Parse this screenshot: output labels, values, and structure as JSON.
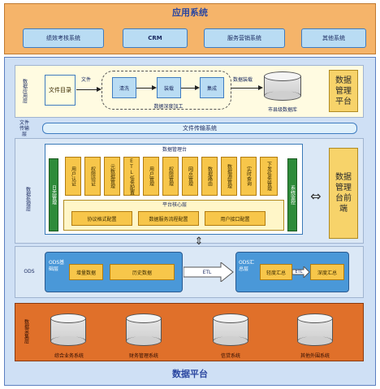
{
  "app_layer": {
    "title": "应用系统",
    "systems": [
      "绩效考核系统",
      "CRM",
      "服务营销系统",
      "其他系统"
    ]
  },
  "data_app_layer": {
    "label": "数据应用层",
    "file_dir": "文件目录",
    "file_label": "文件",
    "steps": [
      "清洗",
      "装载",
      "集成"
    ],
    "process_label": "数据深度加工",
    "load_label": "数据装载",
    "db_label": "市县级数据库"
  },
  "mgmt_platform": "数据管理平台",
  "file_transfer": {
    "label": "文件传输层",
    "system": "文件传输系统"
  },
  "data_process": {
    "label": "数据处理层",
    "platform_title": "数据管理台",
    "log_mgmt": "日志管理",
    "sys_monitor": "系统监控",
    "modules": [
      "用户认证",
      "权限验证",
      "元数据管理",
      "ETL任务配置",
      "用户管理",
      "权限管理",
      "网点管理",
      "数据路由",
      "数据源管理",
      "实时查询",
      "下发任务管理"
    ],
    "core_title": "平台核心层",
    "core_items": [
      "协议格式配置",
      "数据服务流程配置",
      "用户接口配置"
    ]
  },
  "frontend": "数据管理台前端",
  "ods": {
    "label": "ODS",
    "base_label": "ODS基础层",
    "base_items": [
      "增量数据",
      "历史数据"
    ],
    "etl1": "ETL",
    "summary_label": "ODS汇总层",
    "summary_items": [
      "轻度汇总",
      "深度汇总"
    ],
    "etl2": "ETL"
  },
  "collect": {
    "label": "数据采集层",
    "systems": [
      "综合业务系统",
      "财务管理系统",
      "信贷系统",
      "其他外围系统"
    ]
  },
  "footer": "数据平台",
  "colors": {
    "app_bg": "#f5b46a",
    "platform_bg": "#cfe0f5",
    "app_layer_bg": "#fffbe1",
    "yellow": "#f7c64a",
    "collect_bg": "#e0702a",
    "ods_bg": "#4a98d8"
  }
}
